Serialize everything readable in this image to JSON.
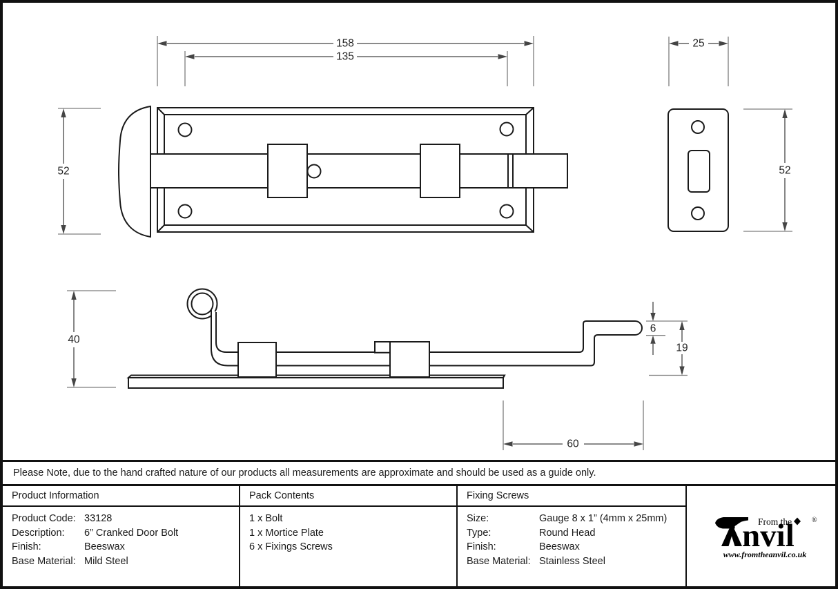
{
  "drawing": {
    "dims": {
      "plate_width": "158",
      "hole_spacing": "135",
      "plate_height": "52",
      "keep_width": "25",
      "keep_height": "52",
      "bolt_height": "40",
      "bar_thickness": "6",
      "crank_offset": "19",
      "throw": "60"
    }
  },
  "note": "Please Note, due to the hand crafted nature of our products all measurements are approximate and should be used as a guide only.",
  "tables": {
    "product_info": {
      "title": "Product Information",
      "rows": [
        {
          "label": "Product Code:",
          "value": "33128"
        },
        {
          "label": "Description:",
          "value": "6” Cranked Door Bolt"
        },
        {
          "label": "Finish:",
          "value": "Beeswax"
        },
        {
          "label": "Base Material:",
          "value": "Mild Steel"
        }
      ]
    },
    "pack_contents": {
      "title": "Pack Contents",
      "items": [
        "1 x Bolt",
        "1 x Mortice Plate",
        "6 x Fixings Screws"
      ]
    },
    "fixing_screws": {
      "title": "Fixing Screws",
      "rows": [
        {
          "label": "Size:",
          "value": "Gauge 8 x 1” (4mm x 25mm)"
        },
        {
          "label": "Type:",
          "value": "Round Head"
        },
        {
          "label": "Finish:",
          "value": "Beeswax"
        },
        {
          "label": "Base Material:",
          "value": "Stainless Steel"
        }
      ]
    }
  },
  "logo": {
    "from_the": "From the",
    "brand_text": "nvil",
    "registered": "®",
    "url": "www.fromtheanvil.co.uk"
  }
}
